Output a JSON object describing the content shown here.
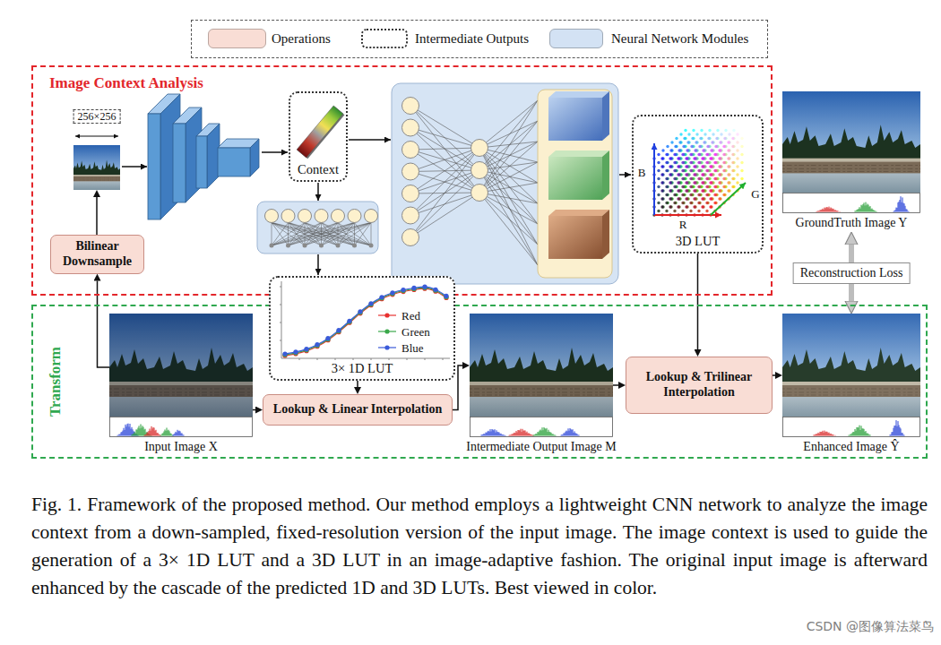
{
  "diagram": {
    "caption": "Fig. 1. Framework of the proposed method. Our method employs a lightweight CNN network to analyze the image context from a down-sampled, fixed-resolution version of the input image. The image context is used to guide the generation of a 3× 1D LUT and a 3D LUT in an image-adaptive fashion. The original input image is afterward enhanced by the cascade of the predicted 1D and 3D LUTs. Best viewed in color.",
    "nodes": [
      {
        "text": [
          "Image Context Analysis"
        ]
      },
      {
        "text": [
          "256×256"
        ],
        "in": 0
      },
      {
        "text": [
          "Bilinear Downsample"
        ],
        "in": 0
      },
      {
        "text": [
          "Context"
        ],
        "in": 0
      },
      {
        "text": [
          "3D LUT"
        ],
        "in": 0
      },
      {
        "text": [
          "GroundTruth Image Y"
        ]
      },
      {
        "text": [
          "Transform"
        ]
      },
      {
        "text": [
          "3× 1D LUT"
        ]
      },
      {
        "text": [
          "Input Image X"
        ],
        "in": 6
      },
      {
        "text": [
          "Lookup & Linear Interpolation"
        ],
        "in": 6
      },
      {
        "text": [
          "Intermediate Output Image M"
        ],
        "in": 6
      },
      {
        "text": [
          "Lookup & Trilinear Interpolation"
        ],
        "in": 6
      },
      {
        "text": [
          "Enhanced Image Ŷ"
        ],
        "in": 6
      }
    ],
    "edges": [
      {
        "from": 8,
        "to": 2,
        "arrow": "to"
      },
      {
        "from": 2,
        "to": 1,
        "arrow": "to"
      },
      {
        "from": 8,
        "to": 9,
        "arrow": "to"
      },
      {
        "from": 7,
        "to": 9,
        "arrow": "to"
      },
      {
        "from": 9,
        "to": 10,
        "arrow": "to"
      },
      {
        "from": 10,
        "to": 11,
        "arrow": "to"
      },
      {
        "from": 4,
        "to": 11,
        "arrow": "to"
      },
      {
        "from": 11,
        "to": 12,
        "arrow": "to"
      },
      {
        "from": 12,
        "to": 5,
        "label": "Reconstruction Loss",
        "arrow": "both"
      }
    ],
    "labels": [
      "B",
      "R",
      "G",
      "Red",
      "Green",
      "Blue",
      "CSDN @图像算法菜鸟"
    ],
    "legend": [
      {
        "text": "Operations",
        "color": "#f9ddd5"
      },
      {
        "text": "Intermediate Outputs"
      },
      {
        "text": "Neural Network Modules",
        "color": "#d3e2f4"
      }
    ]
  }
}
